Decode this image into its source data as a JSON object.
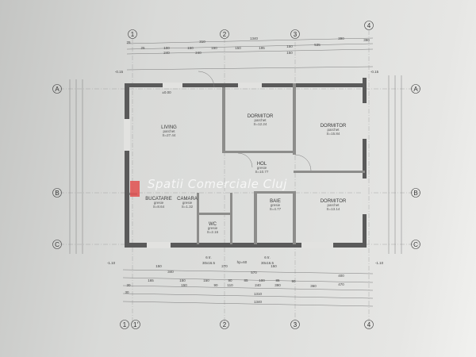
{
  "plan": {
    "axes_top": [
      "1",
      "2",
      "3",
      "4"
    ],
    "axes_bottom": [
      "1",
      "1'",
      "2",
      "3",
      "4"
    ],
    "axes_side": [
      "A",
      "B",
      "C"
    ],
    "rooms": [
      {
        "name": "LIVING",
        "floor": "parchet",
        "area": "S=27.44"
      },
      {
        "name": "DORMITOR",
        "floor": "parchet",
        "area": "S=12.24"
      },
      {
        "name": "DORMITOR",
        "floor": "parchet",
        "area": "S=15.84"
      },
      {
        "name": "HOL",
        "floor": "gresie",
        "area": "S=10.77"
      },
      {
        "name": "BUCATARIE",
        "floor": "gresie",
        "area": "S=8.64"
      },
      {
        "name": "CAMARA",
        "floor": "gresie",
        "area": "S=1.32"
      },
      {
        "name": "WC",
        "floor": "gresie",
        "area": "S=2.16"
      },
      {
        "name": "BAIE",
        "floor": "gresie",
        "area": "S=4.77"
      },
      {
        "name": "DORMITOR",
        "floor": "parchet",
        "area": "S=13.14"
      }
    ],
    "dims_top": [
      "25",
      "310",
      "1340",
      "390",
      "390",
      "25",
      "100",
      "150",
      "150",
      "150",
      "195",
      "150",
      "535",
      "240",
      "240",
      "150"
    ],
    "dims_bottom": [
      "150",
      "270",
      "150",
      "340",
      "570",
      "400",
      "165",
      "150",
      "150",
      "90",
      "85",
      "100",
      "85",
      "90",
      "470",
      "30",
      "150",
      "90",
      "110",
      "240",
      "390",
      "360",
      "30",
      "1310",
      "1340"
    ],
    "stairs": [
      "6 tr.",
      "30x16.5",
      "6 tr.",
      "30x16.5",
      "hp=60"
    ],
    "levels": [
      "-0.15",
      "-0.15",
      "-1.10",
      "-1.10",
      "±0.00"
    ]
  },
  "watermark": "Spatii Comerciale Cluj"
}
